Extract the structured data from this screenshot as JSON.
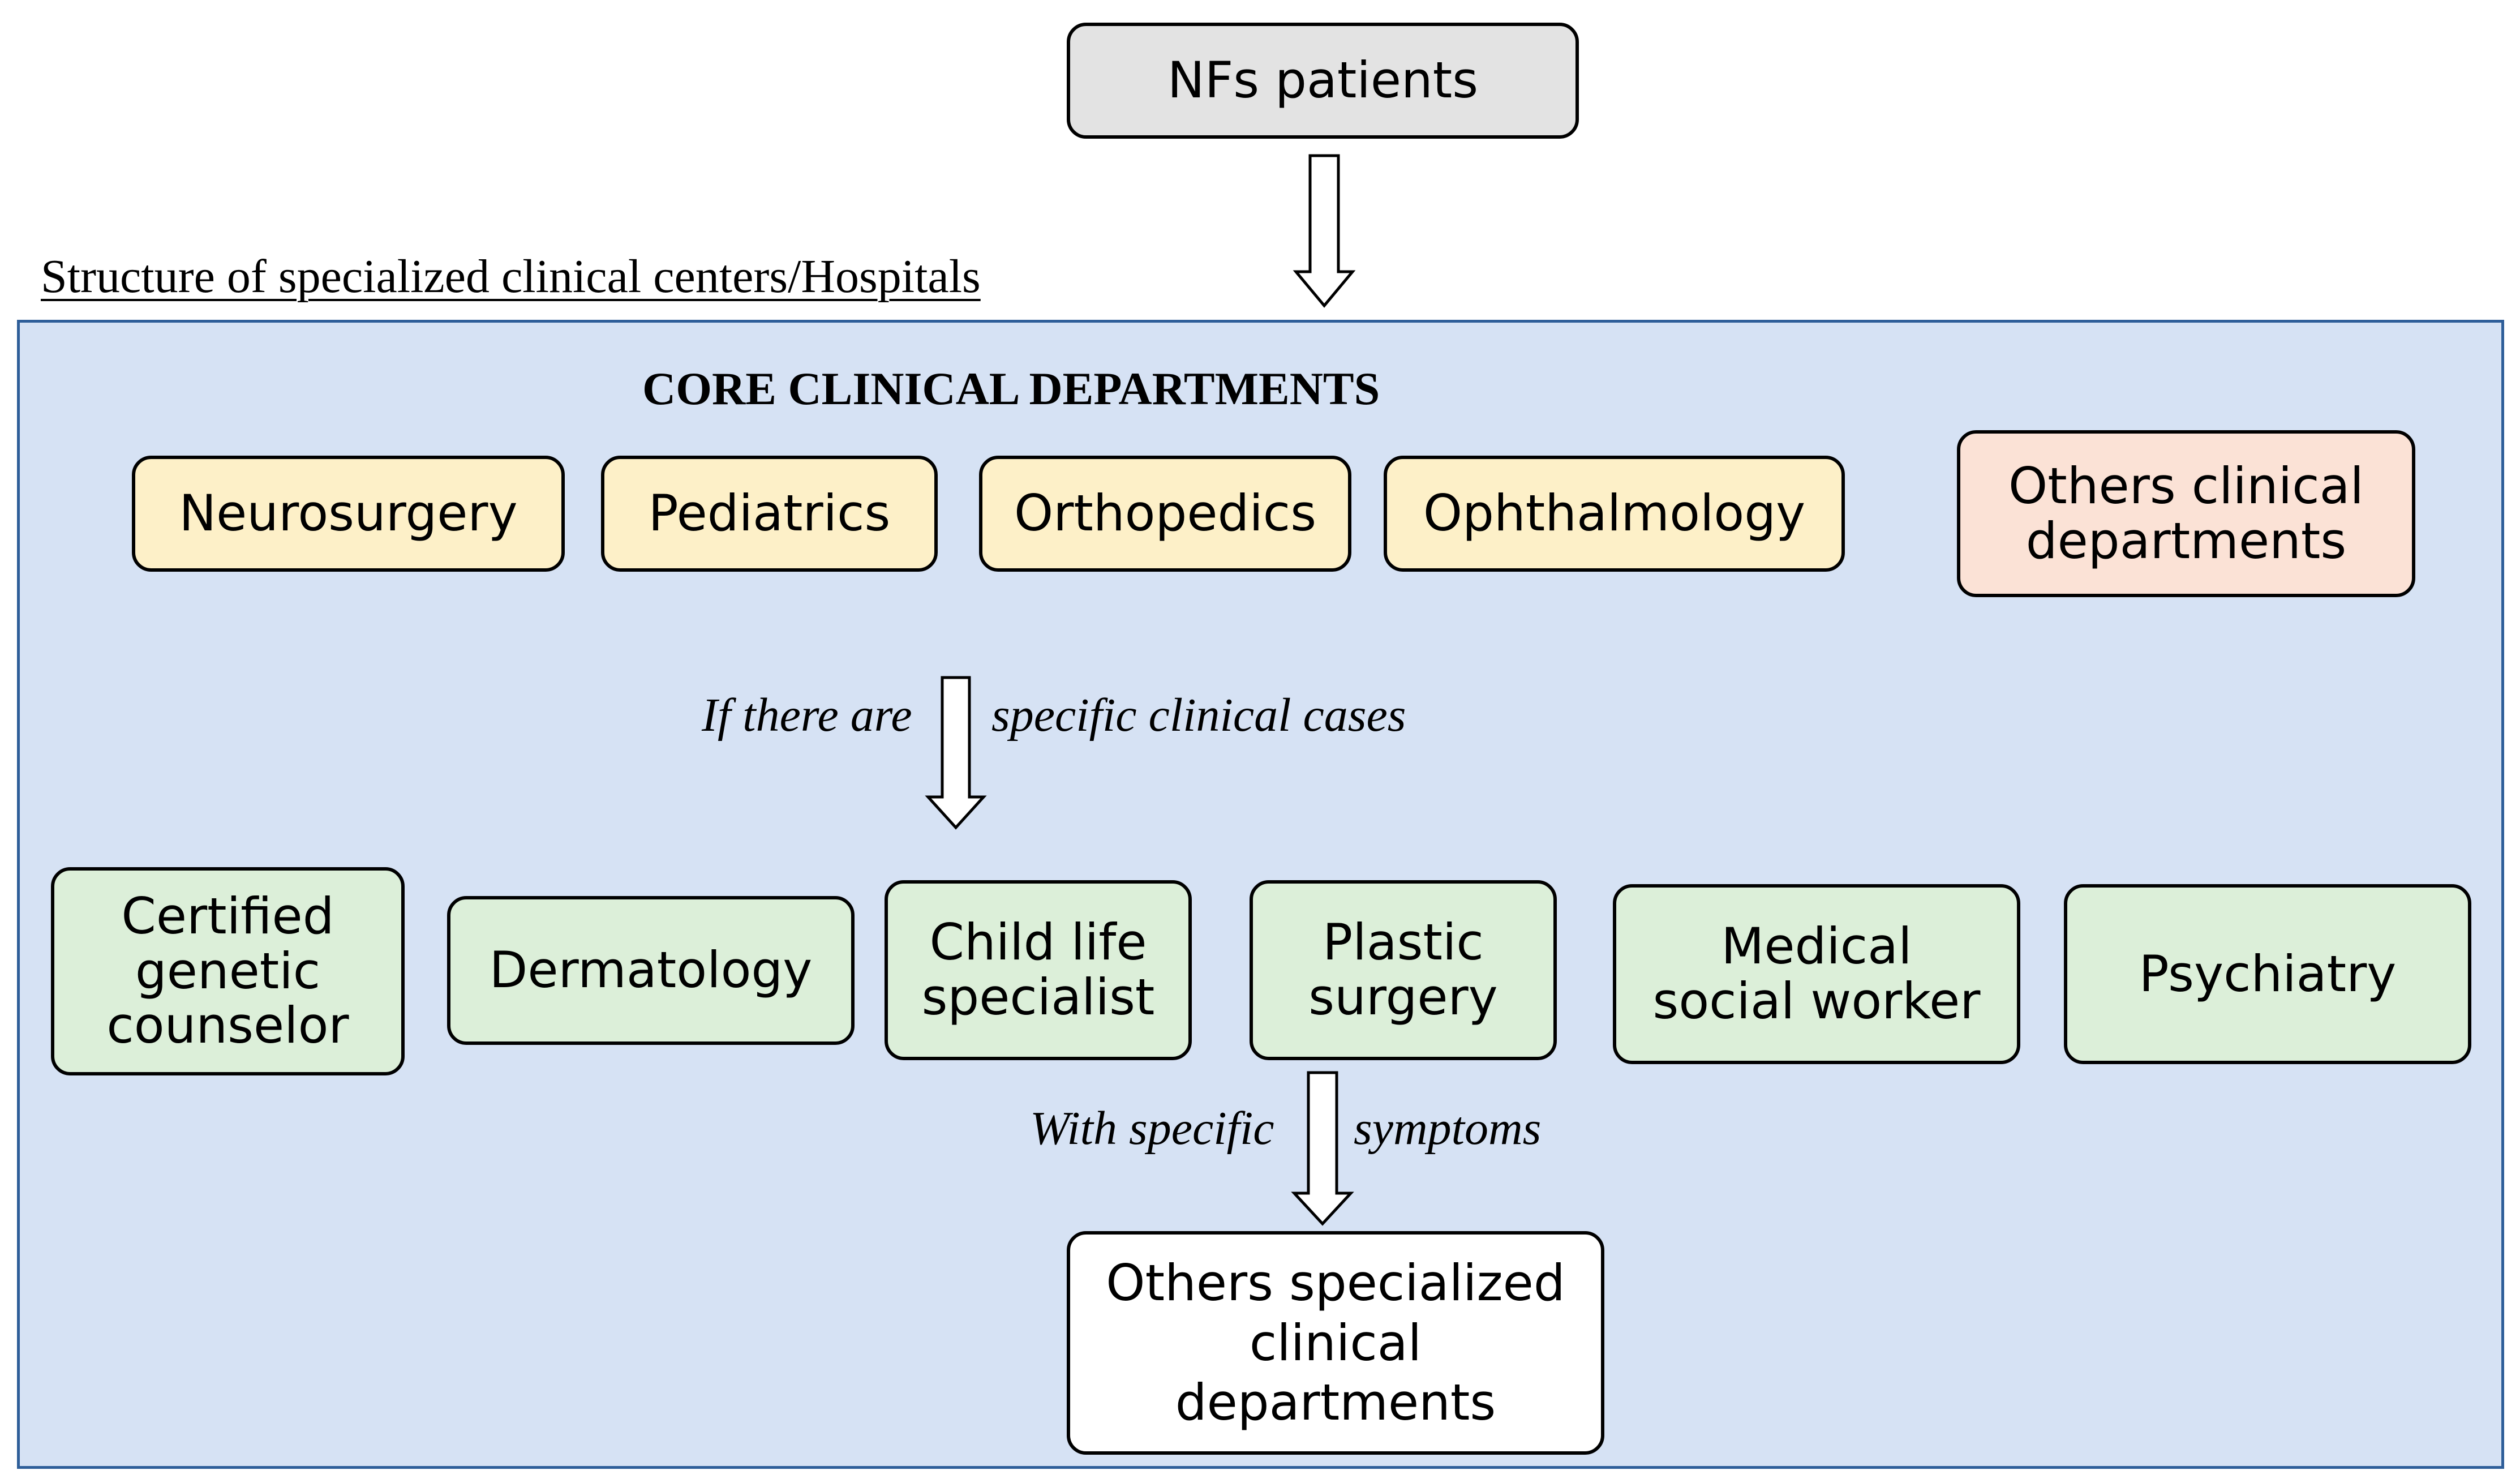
{
  "top_node": "NFs patients",
  "section_label": "Structure of specialized clinical centers/Hospitals",
  "core_heading": "CORE CLINICAL DEPARTMENTS",
  "core_departments": [
    "Neurosurgery",
    "Pediatrics",
    "Orthopedics",
    "Ophthalmology"
  ],
  "other_departments": "Others clinical\ndepartments",
  "condition_1_left": "If there are",
  "condition_1_right": "specific clinical cases",
  "specialized_departments": [
    "Certified\ngenetic\ncounselor",
    "Dermatology",
    "Child life\nspecialist",
    "Plastic\nsurgery",
    "Medical\nsocial worker",
    "Psychiatry"
  ],
  "condition_2_left": "With specific",
  "condition_2_right": "symptoms",
  "bottom_node": "Others specialized\nclinical\ndepartments",
  "colors": {
    "top_fill": "#e3e3e3",
    "panel_fill": "#d6e2f4",
    "panel_border": "#2e5e99",
    "core_fill": "#fdf0c8",
    "other_fill": "#fbe2d6",
    "specialized_fill": "#dcefd9",
    "bottom_fill": "#ffffff"
  }
}
